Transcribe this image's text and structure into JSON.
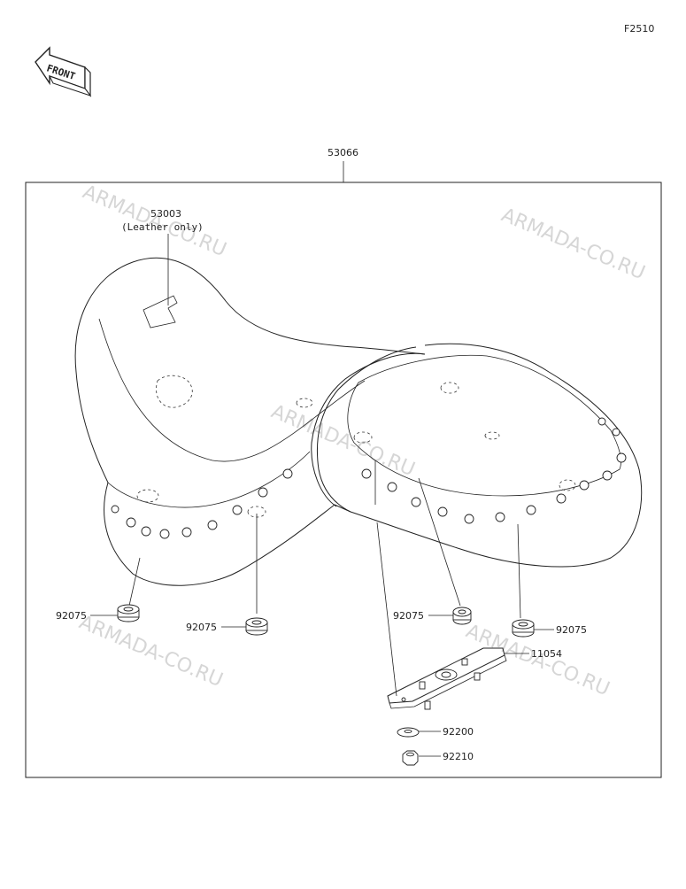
{
  "figure_code": "F2510",
  "front_label": "FRONT",
  "assembly_number": "53066",
  "cover": {
    "number": "53003",
    "note": "(Leather only)"
  },
  "parts": {
    "damper_a": "92075",
    "damper_b": "92075",
    "damper_c": "92075",
    "damper_d": "92075",
    "bracket": "11054",
    "washer": "92200",
    "nut": "92210"
  },
  "watermark": "ARMADA-CO.RU"
}
